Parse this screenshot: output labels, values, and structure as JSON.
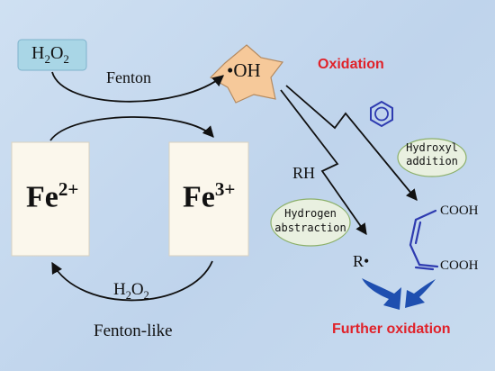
{
  "colors": {
    "background": "#c6d9ee",
    "arrow": "#111111",
    "star_fill": "#f6c99a",
    "h2o2_box": "#a9d6e6",
    "ion_box": "#fbf7ec",
    "label_red": "#e0222a",
    "molecule_blue": "#2e3bb0",
    "bubble_fill": "#e9f0e0",
    "bubble_stroke": "#8cb06a",
    "wedge_blue": "#1f4fb0"
  },
  "species": {
    "h2o2": {
      "base": "H",
      "sub1": "2",
      "mid": "O",
      "sub2": "2"
    },
    "hydroxyl_radical": "•OH",
    "fe2": {
      "base": "Fe",
      "charge": "2+"
    },
    "fe3": {
      "base": "Fe",
      "charge": "3+"
    },
    "h2o2_lower": {
      "base": "H",
      "sub1": "2",
      "mid": "O",
      "sub2": "2"
    },
    "rh": "RH",
    "r_radical": "R•",
    "cooh_top": "COOH",
    "cooh_bottom": "COOH"
  },
  "labels": {
    "fenton": "Fenton",
    "fenton_like": "Fenton-like",
    "oxidation": "Oxidation",
    "further_oxidation": "Further oxidation"
  },
  "bubbles": {
    "hydroxyl_addition": {
      "line1": "Hydroxyl",
      "line2": "addition"
    },
    "hydrogen_abstraction": {
      "line1": "Hydrogen",
      "line2": "abstraction"
    }
  },
  "icons": {
    "star": "six-pointed-star-icon",
    "benzene": "benzene-ring-icon",
    "muconic_acid": "muconic-acid-structure-icon",
    "wedge": "curved-wedge-arrow-icon"
  }
}
